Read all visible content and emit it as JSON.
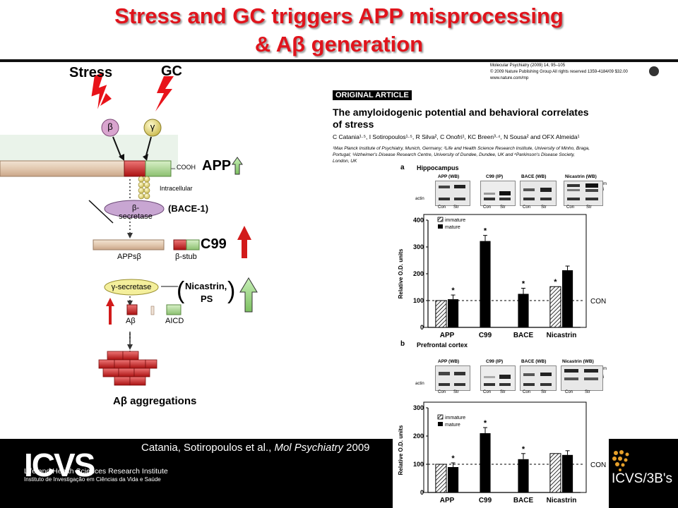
{
  "slide": {
    "title_line1": "Stress and GC triggers APP misprocessing",
    "title_line2": "& Aβ generation"
  },
  "diagram": {
    "stress": "Stress",
    "gc": "GC",
    "beta_receptor": "β",
    "gamma_receptor": "γ",
    "cooh": "COOH",
    "app": "APP",
    "intracellular": "Intracellular",
    "beta_secretase": "β-secretase",
    "bace": "(BACE-1)",
    "appsb": "APPsβ",
    "bstub": "β-stub",
    "c99": "C99",
    "gamma_secretase": "γ-secretase",
    "nicastrin": "Nicastrin,",
    "ps": "PS",
    "abeta": "Aβ",
    "aicd": "AICD",
    "aggregations": "Aβ aggregations"
  },
  "citation": {
    "authors": "Catania, Sotiropoulos et al., ",
    "journal": "Mol Psychiatry",
    "year": " 2009"
  },
  "footer": {
    "logo_text": "ICVS",
    "institute_line1": "Life and Health Sciences Research Institute",
    "institute_line2": "Instituto de Investigação em Ciências da Vida e Saúde",
    "right_logo": "ICVS/3B's"
  },
  "paper": {
    "journal_line": "Molecular Psychiatry (2009) 14, 95–105",
    "copyright": "© 2009 Nature Publishing Group  All rights reserved 1359-4184/09 $32.00",
    "url": "www.nature.com/mp",
    "section": "ORIGINAL ARTICLE",
    "title_line1": "The amyloidogenic potential and behavioral correlates",
    "title_line2": "of stress",
    "authors": "C Catania¹·⁵, I Sotiropoulos¹·⁵, R Silva², C Onofri¹, KC Breen³·⁴, N Sousa² and OFX Almeida¹",
    "affil_line1": "¹Max Planck Institute of Psychiatry, Munich, Germany; ²Life and Health Science Research Institute, University of Minho, Braga,",
    "affil_line2": "Portugal; ³Alzheimer's Disease Research Centre, University of Dundee, Dundee, UK and ⁴Parkinson's Disease Society,",
    "affil_line3": "London, UK",
    "panel_a": "a",
    "panel_a_title": "Hippocampus",
    "panel_b": "b",
    "panel_b_title": "Prefrontal cortex",
    "blot_labels_a": [
      "APP (WB)",
      "C99 (IP)",
      "BACE (WB)",
      "Nicastrin (WB)"
    ],
    "blot_labels_b": [
      "APP (WB)",
      "C99 (IP)",
      "BACE (WB)",
      "Nicastrin (WB)"
    ],
    "lane_con": "Con",
    "lane_str": "Str",
    "actin": "actin",
    "band_m": "m",
    "band_i": "i"
  },
  "chart_data": [
    {
      "type": "bar",
      "title": "",
      "ylabel": "Relative O.D. units",
      "xlabel": "",
      "categories": [
        "APP",
        "C99",
        "BACE",
        "Nicastrin"
      ],
      "ylim": [
        0,
        400
      ],
      "yticks": [
        "0",
        "100",
        "200",
        "300",
        "400"
      ],
      "series": [
        {
          "name": "immature",
          "values": [
            100,
            null,
            null,
            152
          ]
        },
        {
          "name": "mature",
          "values": [
            105,
            322,
            125,
            213
          ]
        }
      ],
      "significance": [
        "",
        "*",
        "*",
        "*",
        "*"
      ],
      "reference_line": {
        "value": 100,
        "label": "CON"
      }
    },
    {
      "type": "bar",
      "title": "",
      "ylabel": "Relative O.D. units",
      "xlabel": "",
      "categories": [
        "APP",
        "C99",
        "BACE",
        "Nicastrin"
      ],
      "ylim": [
        0,
        300
      ],
      "yticks": [
        "0",
        "100",
        "200",
        "300"
      ],
      "series": [
        {
          "name": "immature",
          "values": [
            100,
            null,
            null,
            138
          ]
        },
        {
          "name": "mature",
          "values": [
            90,
            210,
            118,
            133
          ]
        }
      ],
      "significance": [
        "",
        "*",
        "*",
        "*",
        ""
      ],
      "reference_line": {
        "value": 100,
        "label": "CON"
      }
    }
  ]
}
